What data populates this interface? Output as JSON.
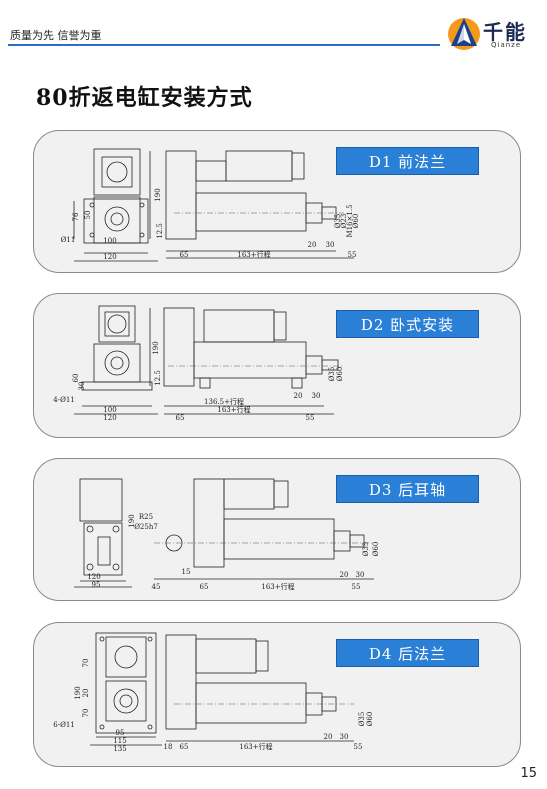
{
  "header": {
    "slogan": "质量为先 信誉为重",
    "brand": "千能",
    "brand_sub": "Qianze",
    "accent_color": "#2a6fc4"
  },
  "title": "80折返电缸安装方式",
  "tag_color": "#2a7fd6",
  "panels": [
    {
      "id": "D1",
      "label": "D1 前法兰",
      "front_dims": [
        "76",
        "50",
        "100",
        "120",
        "Ø11"
      ],
      "side_dims": [
        "190",
        "12.5",
        "65",
        "163+行程",
        "20",
        "30",
        "55",
        "Ø35",
        "Ø23",
        "M16×1.5",
        "Ø60"
      ]
    },
    {
      "id": "D2",
      "label": "D2 卧式安装",
      "front_dims": [
        "60",
        "30",
        "4-Ø11",
        "100",
        "120"
      ],
      "side_dims": [
        "190",
        "12.5",
        "65",
        "136.5+行程",
        "163+行程",
        "55",
        "20",
        "30",
        "Ø35",
        "Ø60"
      ]
    },
    {
      "id": "D3",
      "label": "D3 后耳轴",
      "front_dims": [
        "120",
        "95"
      ],
      "side_dims": [
        "190",
        "R25",
        "Ø25h7",
        "45",
        "15",
        "65",
        "163+行程",
        "20",
        "30",
        "55",
        "Ø35",
        "Ø60"
      ]
    },
    {
      "id": "D4",
      "label": "D4 后法兰",
      "front_dims": [
        "190",
        "70",
        "70",
        "20",
        "6-Ø11",
        "95",
        "115",
        "135"
      ],
      "side_dims": [
        "18",
        "65",
        "163+行程",
        "20",
        "30",
        "55",
        "Ø35",
        "Ø60"
      ]
    }
  ],
  "page_number": "15"
}
